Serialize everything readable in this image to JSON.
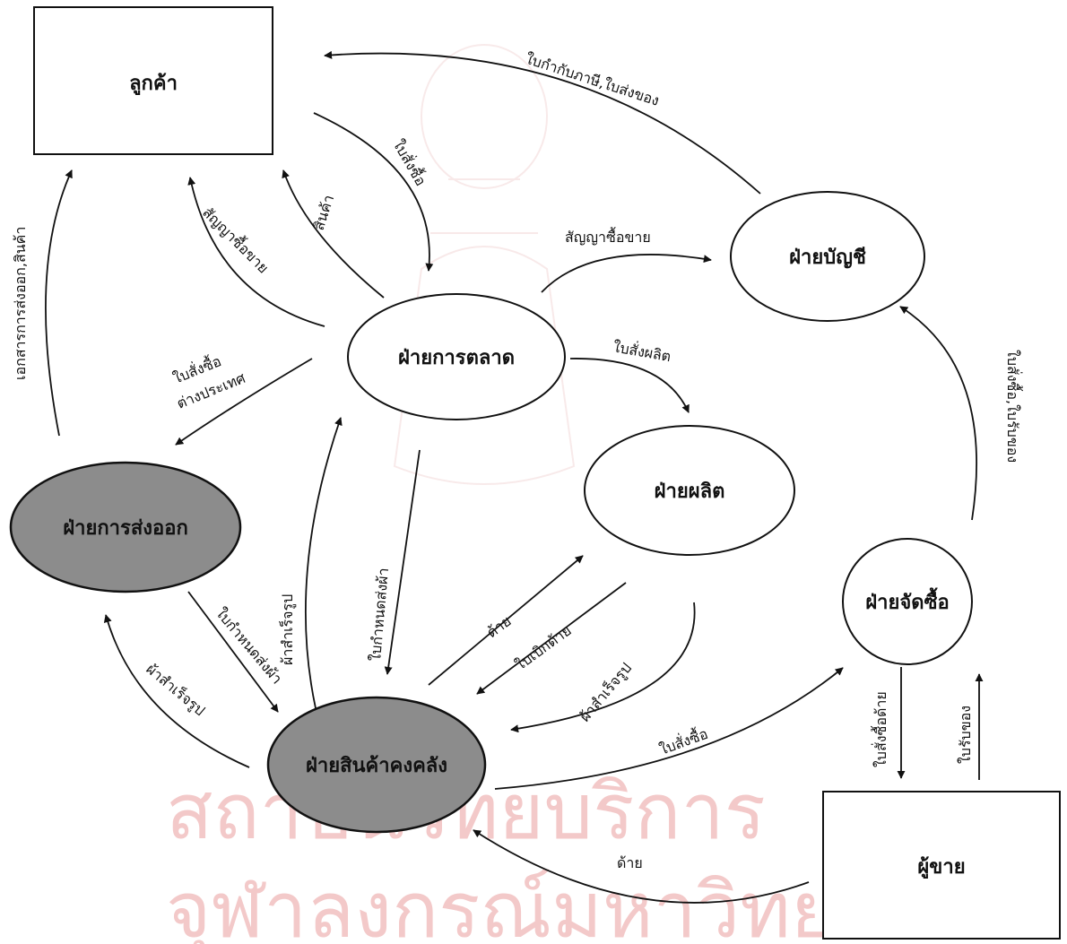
{
  "nodes": {
    "customer": "ลูกค้า",
    "accounting": "ฝ่ายบัญชี",
    "marketing": "ฝ่ายการตลาด",
    "production": "ฝ่ายผลิต",
    "export": "ฝ่ายการส่งออก",
    "purchasing": "ฝ่ายจัดซื้อ",
    "inventory": "ฝ่ายสินค้าคงคลัง",
    "supplier": "ผู้ขาย"
  },
  "flows": {
    "tax_invoice": "ใบกำกับภาษี,ใบส่งของ",
    "purchase_order_to_marketing": "ใบสั่งซื้อ",
    "goods": "สินค้า",
    "contract_to_customer": "สัญญาซื้อขาย",
    "contract_to_accounting": "สัญญาซื้อขาย",
    "export_docs": "เอกสารการส่งออก,สินค้า",
    "foreign_order_line1": "ใบสั่งซื้อ",
    "foreign_order_line2": "ต่างประเทศ",
    "production_order": "ใบสั่งผลิต",
    "po_receipt_to_accounting": "ใบสั่งซื้อ,ใบรับของ",
    "finished_to_marketing": "ผ้าสำเร็จรูป",
    "delivery_schedule_to_inventory": "ใบกำหนดส่งผ้า",
    "thread_to_production": "ด้าย",
    "thread_requisition": "ใบเบิกด้าย",
    "finished_from_production": "ผ้าสำเร็จรูป",
    "delivery_schedule_from_export": "ใบกำหนดส่งผ้า",
    "finished_to_export": "ผ้าสำเร็จรูป",
    "purchase_order_to_purchasing": "ใบสั่งซื้อ",
    "thread_po_to_supplier": "ใบสั่งซื้อด้าย",
    "receipt_to_purchasing": "ใบรับของ",
    "thread_from_supplier": "ด้าย"
  },
  "watermark": {
    "line1": "สถาบันวิทยบริการ",
    "line2": "จุฬาลงกรณ์มหาวิทยาลัย"
  },
  "colors": {
    "shaded_node": "#8c8c8c",
    "watermark": "#f3c9c9"
  }
}
